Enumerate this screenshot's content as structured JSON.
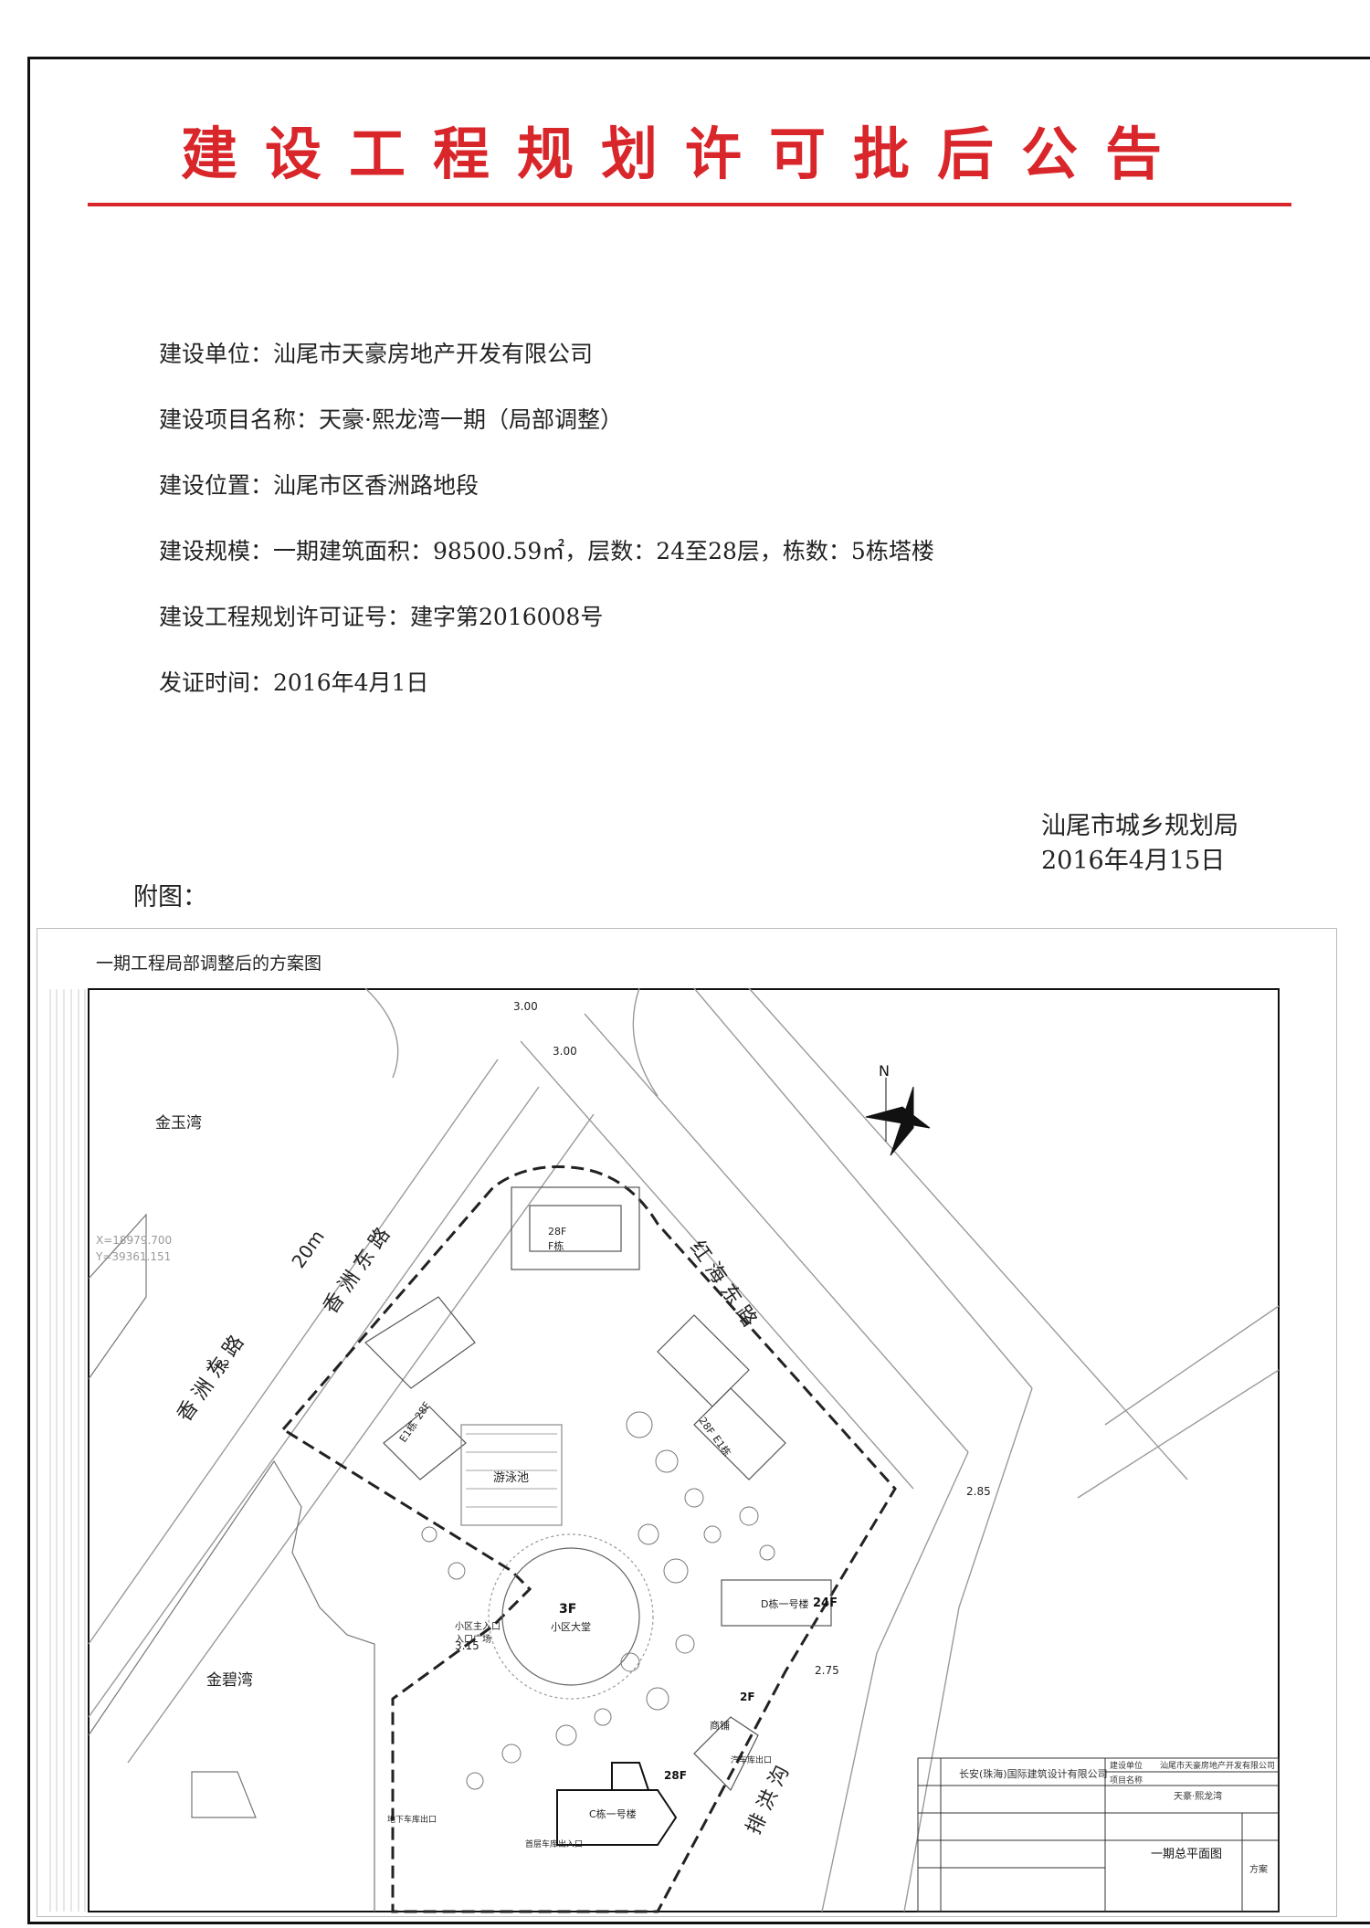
{
  "notice": {
    "title": "建设工程规划许可批后公告",
    "fields": [
      "建设单位：汕尾市天豪房地产开发有限公司",
      "建设项目名称：天豪·熙龙湾一期（局部调整）",
      "建设位置：汕尾市区香洲路地段",
      "建设规模：一期建筑面积：98500.59㎡，层数：24至28层，栋数：5栋塔楼",
      "建设工程规划许可证号：建字第2016008号",
      "发证时间：2016年4月1日"
    ],
    "issuer": "汕尾市城乡规划局",
    "issue_date": "2016年4月15日",
    "attachment_label": "附图："
  },
  "figure": {
    "caption": "一期工程局部调整后的方案图",
    "north": "N",
    "neighbors": {
      "top_left": "金玉湾",
      "bottom_left": "金碧湾"
    },
    "roads": {
      "xiangzhou_east_1": "香 洲 东 路",
      "xiangzhou_east_2": "香 洲 东 路",
      "width_label": "20m",
      "honghai_east": "红 海 东 路",
      "paihong": "排 洪 沟"
    },
    "elevations": {
      "e1": "3.00",
      "e2": "3.00",
      "e3": "3.02",
      "e4": "2.85",
      "e5": "3.15",
      "e6": "2.75"
    },
    "coords": {
      "x": "X=18979.700",
      "y": "Y=39361.151"
    },
    "buildings": {
      "f": "F栋",
      "f_floors": "28F",
      "e1": "E1栋",
      "e1_floors": "28F",
      "e2": "E1栋",
      "e2_floors": "28F",
      "pool": "游泳池",
      "lobby_floors": "3F",
      "lobby": "小区大堂",
      "d": "D栋一号楼",
      "d_floors": "24F",
      "shop": "商铺",
      "shop_floors": "2F",
      "c": "C栋一号楼",
      "c_floors": "28F"
    },
    "entrances": {
      "main_entry": "小区主入口",
      "square": "入口广场",
      "car_exit": "汽车库出口",
      "underground": "地下车库出口",
      "first_floor": "首层车库出入口"
    },
    "title_block": {
      "firm": "长安(珠海)国际建筑设计有限公司",
      "client_label": "建设单位",
      "client": "汕尾市天豪房地产开发有限公司",
      "project_label": "项目名称",
      "project": "天豪·熙龙湾",
      "drawing": "一期总平面图",
      "scheme": "方案"
    }
  }
}
